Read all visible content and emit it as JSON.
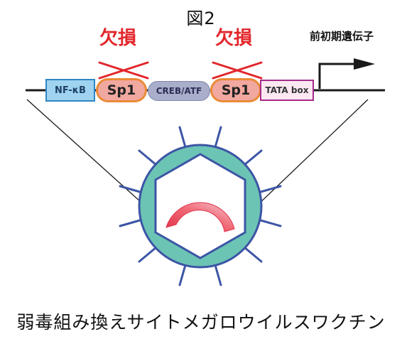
{
  "figure_title": "図2",
  "deletion_label_left": "欠損",
  "deletion_label_right": "欠損",
  "gene_label": "前初期遺伝子",
  "promoter_elements": {
    "nfkb": "NF-κB",
    "sp1_left": "Sp1",
    "creb": "CREB/ATF",
    "sp1_right": "Sp1",
    "tata": "TATA box"
  },
  "caption": "弱毒組み換えサイトメガロウイルスワクチン",
  "colors": {
    "deletion_red": "#e2262b",
    "nfkb_fill": "#9fd3ef",
    "sp1_fill": "#f0a8a0",
    "sp1_border": "#ec8a37",
    "creb_fill": "#a9aecb",
    "tata_border": "#a52a8b",
    "virus_ring": "#6cc4b4",
    "spike_blue": "#3c55a5"
  }
}
